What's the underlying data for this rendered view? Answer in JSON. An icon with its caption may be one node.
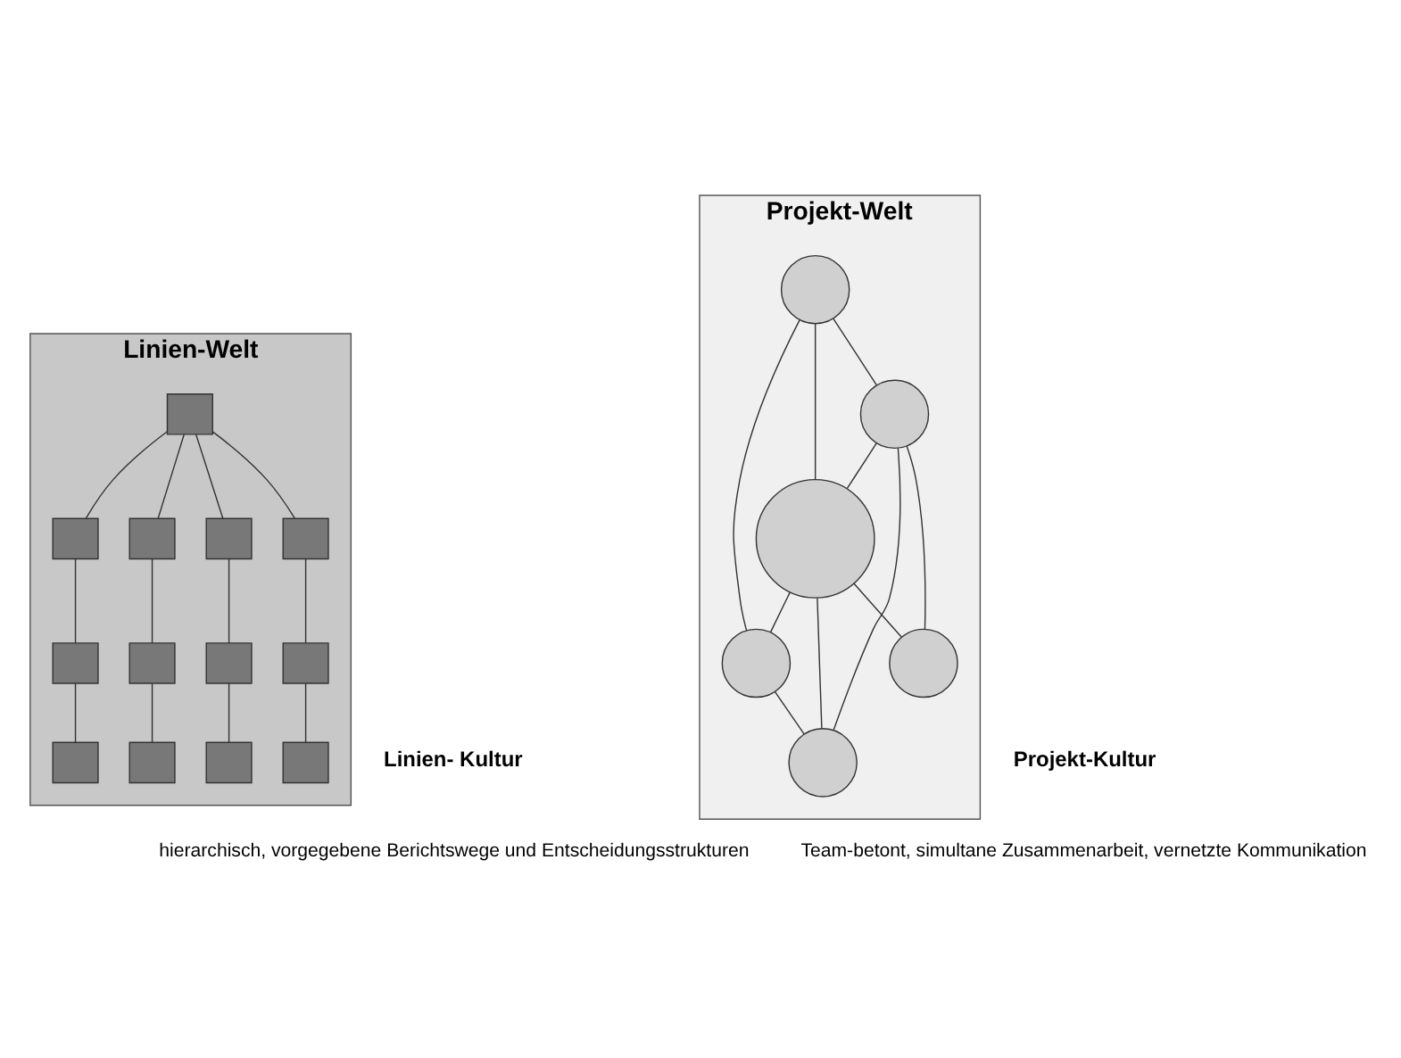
{
  "diagram": {
    "nodes": [
      {
        "text": [
          "Linien-Welt"
        ]
      },
      {
        "text": [],
        "shape": "box",
        "in": 0
      },
      {
        "text": [],
        "shape": "box",
        "in": 0
      },
      {
        "text": [],
        "shape": "box",
        "in": 0
      },
      {
        "text": [],
        "shape": "box",
        "in": 0
      },
      {
        "text": [],
        "shape": "box",
        "in": 0
      },
      {
        "text": [],
        "shape": "box",
        "in": 0
      },
      {
        "text": [],
        "shape": "box",
        "in": 0
      },
      {
        "text": [],
        "shape": "box",
        "in": 0
      },
      {
        "text": [],
        "shape": "box",
        "in": 0
      },
      {
        "text": [],
        "shape": "box",
        "in": 0
      },
      {
        "text": [],
        "shape": "box",
        "in": 0
      },
      {
        "text": [],
        "shape": "box",
        "in": 0
      },
      {
        "text": [],
        "shape": "box",
        "in": 0
      },
      {
        "text": [
          "Projekt-Welt"
        ]
      },
      {
        "text": [],
        "shape": "circle",
        "in": 14
      },
      {
        "text": [],
        "shape": "circle",
        "in": 14
      },
      {
        "text": [],
        "shape": "circle",
        "in": 14
      },
      {
        "text": [],
        "shape": "circle",
        "in": 14
      },
      {
        "text": [],
        "shape": "circle",
        "in": 14
      },
      {
        "text": [],
        "shape": "circle",
        "in": 14
      }
    ],
    "edges": [
      {
        "from": 1,
        "to": 2,
        "arrow": "none"
      },
      {
        "from": 2,
        "to": 3,
        "arrow": "none"
      },
      {
        "from": 3,
        "to": 4,
        "arrow": "none"
      },
      {
        "from": 1,
        "to": 5,
        "arrow": "none"
      },
      {
        "from": 5,
        "to": 6,
        "arrow": "none"
      },
      {
        "from": 6,
        "to": 7,
        "arrow": "none"
      },
      {
        "from": 1,
        "to": 8,
        "arrow": "none"
      },
      {
        "from": 8,
        "to": 9,
        "arrow": "none"
      },
      {
        "from": 9,
        "to": 10,
        "arrow": "none"
      },
      {
        "from": 1,
        "to": 11,
        "arrow": "none"
      },
      {
        "from": 11,
        "to": 12,
        "arrow": "none"
      },
      {
        "from": 12,
        "to": 13,
        "arrow": "none"
      },
      {
        "from": 15,
        "to": 16,
        "arrow": "none"
      },
      {
        "from": 15,
        "to": 17,
        "arrow": "none"
      },
      {
        "from": 15,
        "to": 19,
        "arrow": "none"
      },
      {
        "from": 16,
        "to": 17,
        "arrow": "none"
      },
      {
        "from": 16,
        "to": 18,
        "arrow": "none"
      },
      {
        "from": 16,
        "to": 20,
        "arrow": "none"
      },
      {
        "from": 17,
        "to": 19,
        "arrow": "none"
      },
      {
        "from": 17,
        "to": 18,
        "arrow": "none"
      },
      {
        "from": 17,
        "to": 20,
        "arrow": "none"
      },
      {
        "from": 19,
        "to": 18,
        "arrow": "none"
      }
    ],
    "labels": [
      "Projekt-Kultur",
      "Team-betont, simultane Zusammenarbeit, vernetzte Kommunikation",
      "Linien- Kultur",
      "hierarchisch, vorgegebene Berichtswege und Entscheidungsstrukturen"
    ]
  }
}
